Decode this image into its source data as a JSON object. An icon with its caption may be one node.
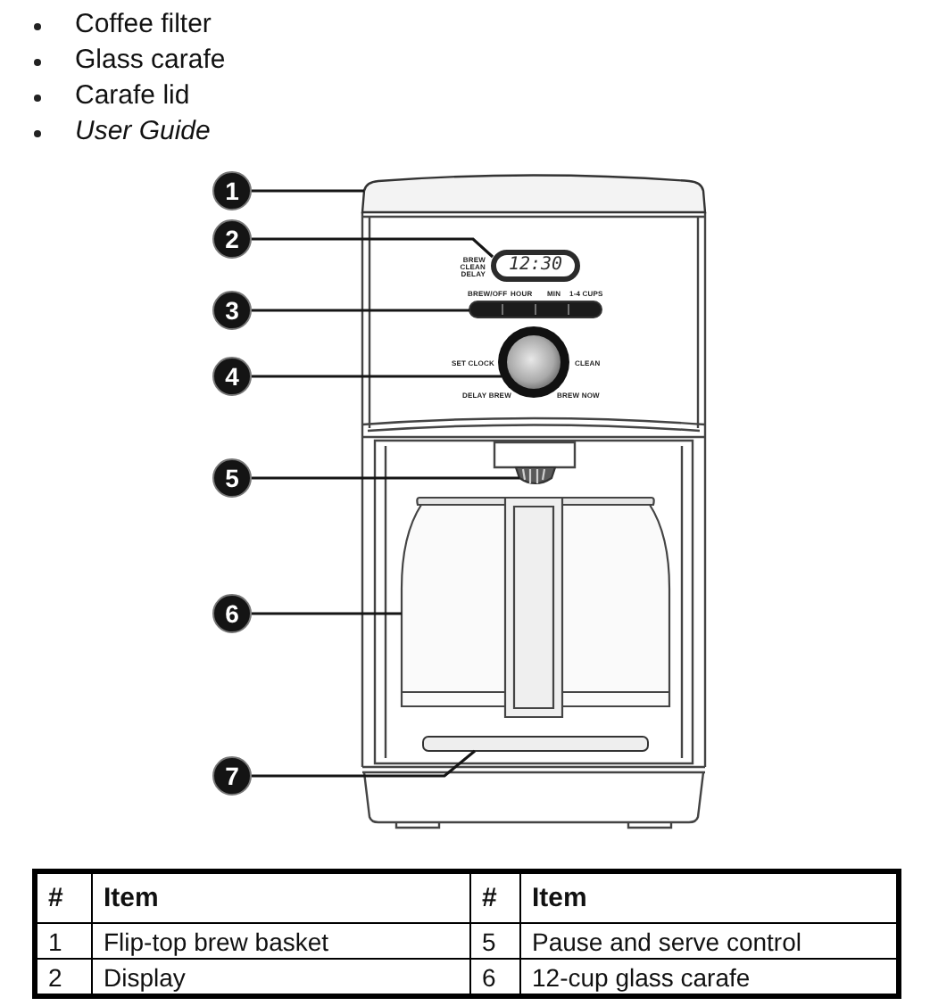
{
  "diagram": {
    "nodes": [
      {
        "text": [
          "1"
        ]
      },
      {
        "text": [
          "2"
        ]
      },
      {
        "text": [
          "3"
        ]
      },
      {
        "text": [
          "4"
        ]
      },
      {
        "text": [
          "5"
        ]
      },
      {
        "text": [
          "6"
        ]
      },
      {
        "text": [
          "7"
        ]
      },
      {
        "text": [],
        "shape": "box"
      },
      {
        "text": [
          "12:30"
        ],
        "beside": [
          "BREW",
          "CLEAN",
          "DELAY"
        ]
      },
      {
        "text": [],
        "shape": "bar",
        "beside": [
          "BREW/OFF",
          "HOUR",
          "MIN",
          "1-4 CUPS"
        ]
      },
      {
        "text": [],
        "shape": "circle",
        "beside": [
          "SET CLOCK",
          "CLEAN",
          "DELAY BREW",
          "BREW NOW"
        ]
      },
      {
        "text": [],
        "shape": "picture"
      },
      {
        "text": [],
        "shape": "picture"
      },
      {
        "text": [],
        "shape": "bar"
      }
    ],
    "edges": [
      {
        "from": 0,
        "to": 7,
        "arrow": "none"
      },
      {
        "from": 1,
        "to": 8,
        "arrow": "none"
      },
      {
        "from": 2,
        "to": 9,
        "arrow": "none"
      },
      {
        "from": 3,
        "to": 10,
        "arrow": "none"
      },
      {
        "from": 4,
        "to": 11,
        "arrow": "none"
      },
      {
        "from": 5,
        "to": 12,
        "arrow": "none"
      },
      {
        "from": 6,
        "to": 13,
        "arrow": "none"
      }
    ],
    "labels": [
      "Coffee filter",
      "Glass carafe",
      "Carafe lid",
      "User Guide",
      "#",
      "Item",
      "#",
      "Item",
      "1",
      "Flip-top brew basket",
      "5",
      "Pause and serve control",
      "2",
      "Display",
      "6",
      "12-cup glass carafe"
    ]
  }
}
